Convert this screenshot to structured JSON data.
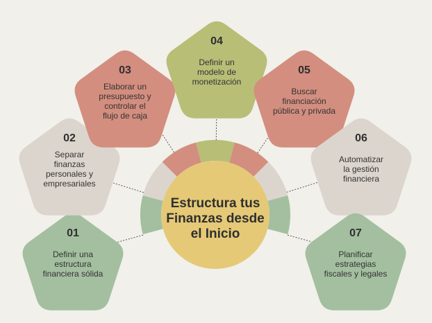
{
  "center": {
    "lines": [
      "Estructura tus",
      "Finanzas desde",
      "el Inicio"
    ],
    "color": "#e5c976"
  },
  "colors": {
    "green": "#a3bf9f",
    "beige": "#dcd5cd",
    "red": "#d38e7f",
    "olive": "#b8be76",
    "background": "#f1f0ea"
  },
  "steps": [
    {
      "num": "01",
      "lines": [
        "Definir una",
        "estructura",
        "financiera sólida"
      ],
      "color": "#a3bf9f"
    },
    {
      "num": "02",
      "lines": [
        "Separar",
        "finanzas",
        "personales y",
        "empresariales"
      ],
      "color": "#dcd5cd"
    },
    {
      "num": "03",
      "lines": [
        "Elaborar un",
        "presupuesto y",
        "controlar el",
        "flujo de caja"
      ],
      "color": "#d38e7f"
    },
    {
      "num": "04",
      "lines": [
        "Definir un",
        "modelo de",
        "monetización"
      ],
      "color": "#b8be76"
    },
    {
      "num": "05",
      "lines": [
        "Buscar",
        "financiación",
        "pública y privada"
      ],
      "color": "#d38e7f"
    },
    {
      "num": "06",
      "lines": [
        "Automatizar",
        "la gestión",
        "financiera"
      ],
      "color": "#dcd5cd"
    },
    {
      "num": "07",
      "lines": [
        "Planificar",
        "estrategias",
        "fiscales y legales"
      ],
      "color": "#a3bf9f"
    }
  ]
}
